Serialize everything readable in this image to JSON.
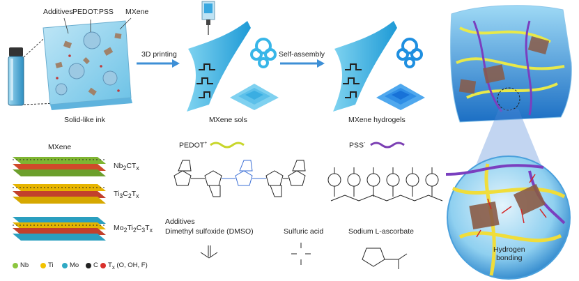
{
  "top": {
    "additives": "Additives",
    "pedot_pss": "PEDOT:PSS",
    "mxene": "MXene",
    "solid_like_ink": "Solid-like ink",
    "printing_arrow": "3D printing",
    "self_assembly_arrow": "Self-assembly",
    "mxene_sols": "MXene sols",
    "mxene_hydrogels": "MXene hydrogels"
  },
  "mxene_panel": {
    "title": "MXene",
    "materials": [
      {
        "base": "Nb",
        "sub1": "2",
        "mid": "CT",
        "sub2": "x"
      },
      {
        "base": "Ti",
        "sub1": "3",
        "mid": "C",
        "sub1b": "2",
        "mid2": "T",
        "sub2": "x"
      },
      {
        "base": "Mo",
        "sub1": "2",
        "mid": "Ti",
        "sub1b": "2",
        "mid2": "C",
        "sub3": "3",
        "mid3": "T",
        "sub2": "x"
      }
    ],
    "legend": {
      "nb": "Nb",
      "ti": "Ti",
      "mo": "Mo",
      "c": "C",
      "tx": "T",
      "tx_sub": "x",
      "tx_rest": " (O, OH, F)"
    },
    "colors": {
      "nb": "#8cc63f",
      "ti": "#f2c200",
      "mo": "#2fa9c4",
      "c": "#222222",
      "tx": "#d9302c"
    }
  },
  "chem": {
    "pedot_label": "PEDOT",
    "pedot_sup": "+",
    "pss_label": "PSS",
    "pss_sup": "-",
    "pedot_color": "#c8d62a",
    "pss_color": "#7b3fb3",
    "additives_title": "Additives",
    "dmso": "Dimethyl sulfoxide (DMSO)",
    "sulfuric": "Sulfuric acid",
    "ascorbate": "Sodium L-ascorbate"
  },
  "right": {
    "hydrogen_bonding_line1": "Hydrogen",
    "hydrogen_bonding_line2": "bonding"
  }
}
